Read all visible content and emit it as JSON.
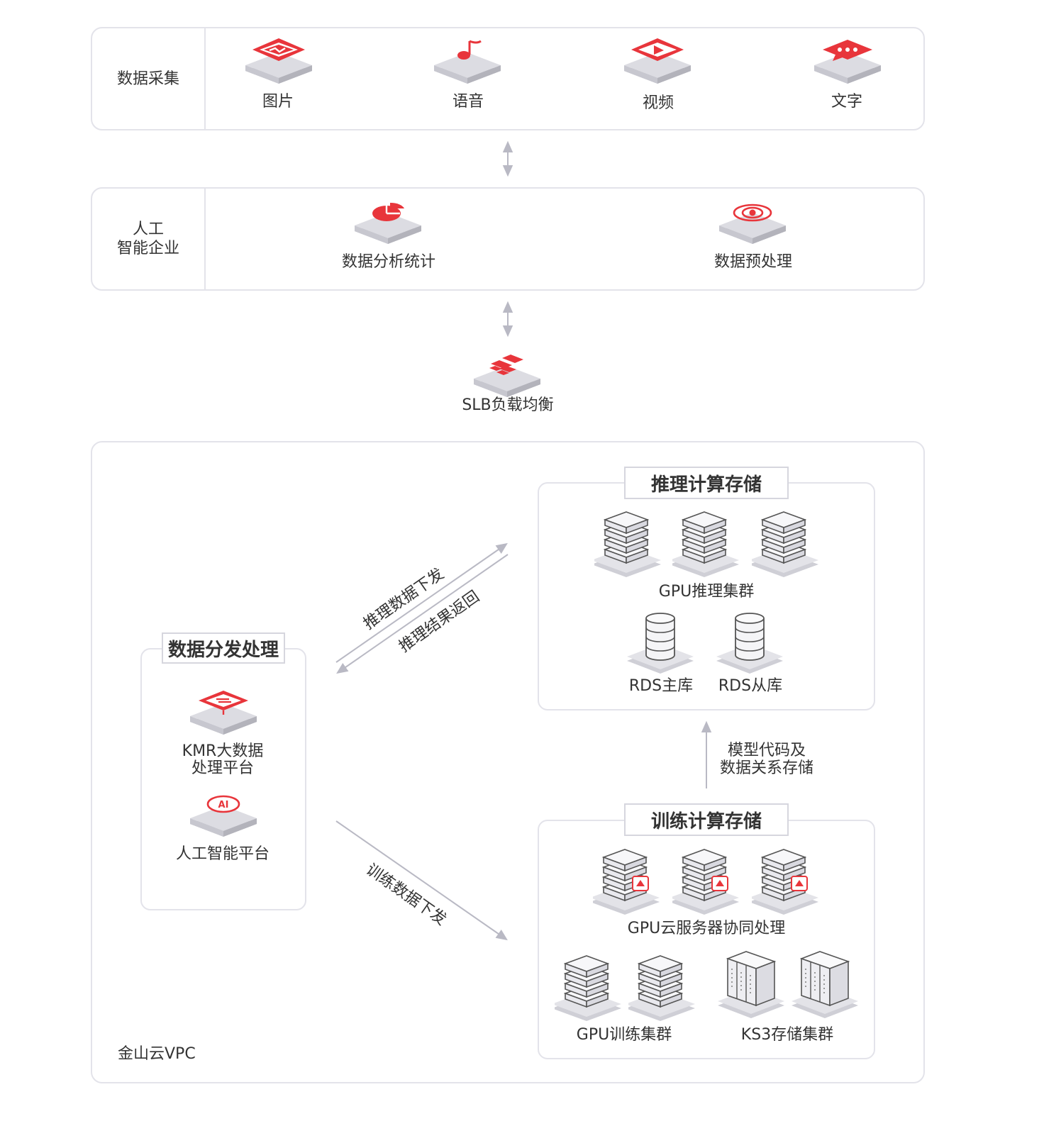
{
  "collect": {
    "label": "数据采集",
    "items": [
      {
        "label": "图片",
        "icon": "image-icon"
      },
      {
        "label": "语音",
        "icon": "audio-icon"
      },
      {
        "label": "视频",
        "icon": "video-icon"
      },
      {
        "label": "文字",
        "icon": "chat-text-icon"
      }
    ]
  },
  "ai_company": {
    "label_line1": "人工",
    "label_line2": "智能企业",
    "items": [
      {
        "label": "数据分析统计",
        "icon": "pie-chart-icon"
      },
      {
        "label": "数据预处理",
        "icon": "eye-process-icon"
      }
    ]
  },
  "slb": {
    "label": "SLB负载均衡",
    "icon": "load-balancer-icon"
  },
  "vpc": {
    "label": "金山云VPC"
  },
  "dispatch": {
    "title": "数据分发处理",
    "kmr_line1": "KMR大数据",
    "kmr_line2": "处理平台",
    "ai_platform": "人工智能平台"
  },
  "inference": {
    "title": "推理计算存储",
    "gpu_cluster": "GPU推理集群",
    "rds_master": "RDS主库",
    "rds_slave": "RDS从库"
  },
  "training": {
    "title": "训练计算存储",
    "gpu_cloud": "GPU云服务器协同处理",
    "gpu_train": "GPU训练集群",
    "ks3": "KS3存储集群"
  },
  "flows": {
    "infer_down": "推理数据下发",
    "infer_return": "推理结果返回",
    "train_down": "训练数据下发",
    "model_line1": "模型代码及",
    "model_line2": "数据关系存储"
  },
  "colors": {
    "accent": "#e8353b",
    "border": "#e3e3ea",
    "arrow": "#b9b9c4"
  }
}
